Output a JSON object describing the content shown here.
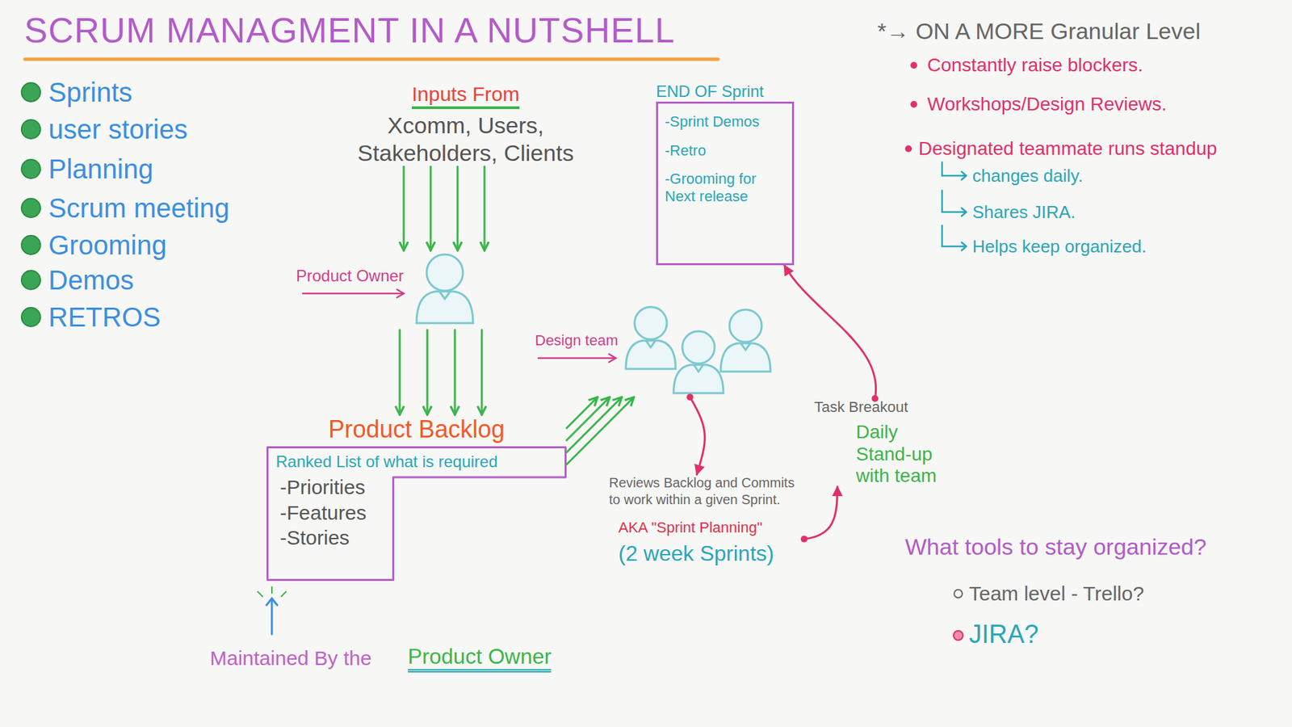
{
  "diagram": {
    "title": "SCRUM MANAGMENT IN A NUTSHELL",
    "nodes": [
      {
        "text": [
          "Inputs From",
          "Xcomm, Users, Stakeholders, Clients"
        ]
      },
      {
        "text": [
          "Product Owner"
        ]
      },
      {
        "text": [
          "Product Backlog",
          "Ranked List of what is required",
          "-Priorities",
          "-Features",
          "-Stories"
        ]
      },
      {
        "text": [
          "Design team"
        ]
      },
      {
        "text": [
          "END OF Sprint",
          "-Sprint Demos",
          "-Retro",
          "-Grooming for Next release"
        ]
      },
      {
        "text": [
          "Reviews Backlog and Commits to work within a given Sprint.",
          "AKA \"Sprint Planning\"",
          "(2 week Sprints)"
        ]
      },
      {
        "text": [
          "Task Breakout",
          "Daily Stand-up with team"
        ]
      }
    ],
    "edges": [
      {
        "from": 0,
        "to": 1,
        "arrow": "to"
      },
      {
        "from": 1,
        "to": 2,
        "arrow": "to"
      },
      {
        "from": 2,
        "to": 3,
        "arrow": "to"
      },
      {
        "from": 3,
        "to": 5,
        "arrow": "to"
      },
      {
        "from": 5,
        "to": 6,
        "arrow": "to"
      },
      {
        "from": 6,
        "to": 4,
        "arrow": "to"
      }
    ],
    "labels": [
      "Sprints",
      "user stories",
      "Planning",
      "Scrum meeting",
      "Grooming",
      "Demos",
      "RETROS",
      "Maintained By the",
      "Product Owner",
      "*→ ON A MORE Granular Level",
      "Constantly raise blockers.",
      "Workshops/Design Reviews.",
      "Designated teammate runs standup",
      "changes daily.",
      "Shares JIRA.",
      "Helps keep organized.",
      "What tools to stay organized?",
      "Team level - Trello?",
      "JIRA?"
    ]
  }
}
